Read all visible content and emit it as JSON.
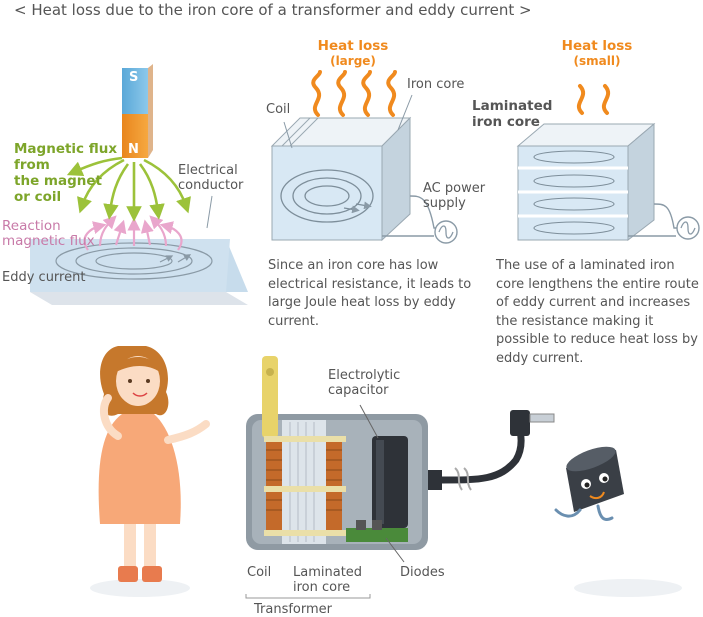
{
  "title": "< Heat loss due to the iron core of a transformer and eddy current >",
  "magnet": {
    "pole_s": "S",
    "pole_n": "N",
    "flux_label": "Magnetic flux\nfrom\nthe magnet\nor coil",
    "reaction_label": "Reaction\nmagnetic flux",
    "conductor_label": "Electrical\nconductor",
    "eddy_label": "Eddy current"
  },
  "solid_core": {
    "heat_title": "Heat loss",
    "heat_sub": "(large)",
    "coil_label": "Coil",
    "core_label": "Iron core",
    "ac_label": "AC power\nsupply",
    "description": "Since an iron core has low electrical resistance, it leads to large Joule heat loss by eddy current."
  },
  "laminated_core": {
    "heat_title": "Heat loss",
    "heat_sub": "(small)",
    "core_label": "Laminated\niron core",
    "description": "The use of a laminated iron core lengthens the entire route of eddy current and increases the resistance making it possible to reduce heat loss by eddy current."
  },
  "adapter": {
    "capacitor_label": "Electrolytic\ncapacitor",
    "coil_label": "Coil",
    "core_label": "Laminated\niron core",
    "diodes_label": "Diodes",
    "transformer_label": "Transformer"
  },
  "colors": {
    "text": "#555555",
    "flux_green": "#7da52a",
    "reaction_pink": "#c87aa8",
    "heat_orange": "#f08a1e",
    "core_blue": "#d8e8f4"
  }
}
